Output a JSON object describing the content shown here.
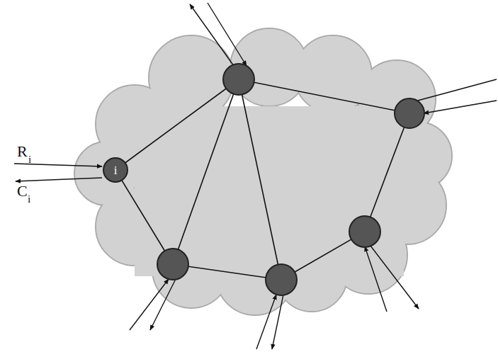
{
  "diagram": {
    "nodes": [
      {
        "text": [
          "i"
        ]
      }
    ],
    "labels": [
      "R",
      "i",
      "C",
      "i"
    ]
  }
}
